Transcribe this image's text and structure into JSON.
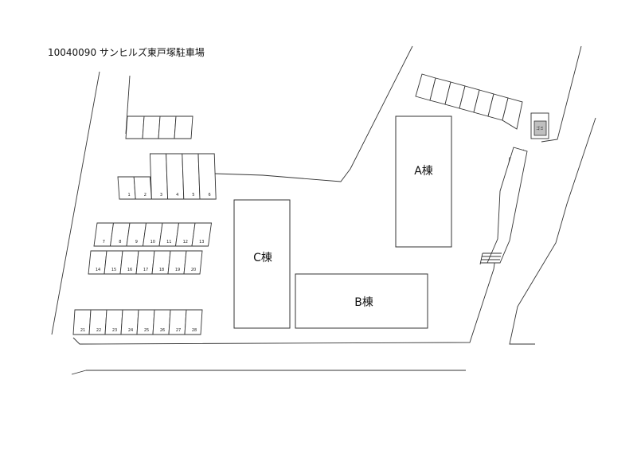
{
  "title": "10040090 サンヒルズ東戸塚駐車場",
  "buildings": {
    "a": "A棟",
    "b": "B棟",
    "c": "C棟"
  },
  "trash_label": "ゴミ",
  "trash_fill": "#bfbfbf",
  "stall_rows": [
    {
      "id": "row-1-6",
      "numbers": [
        "1",
        "2",
        "3",
        "4",
        "5",
        "6"
      ]
    },
    {
      "id": "row-7-13",
      "numbers": [
        "7",
        "8",
        "9",
        "10",
        "11",
        "12",
        "13"
      ]
    },
    {
      "id": "row-14-20",
      "numbers": [
        "14",
        "15",
        "16",
        "17",
        "18",
        "19",
        "20"
      ]
    },
    {
      "id": "row-21-28",
      "numbers": [
        "21",
        "22",
        "23",
        "24",
        "25",
        "26",
        "27",
        "28"
      ]
    }
  ]
}
